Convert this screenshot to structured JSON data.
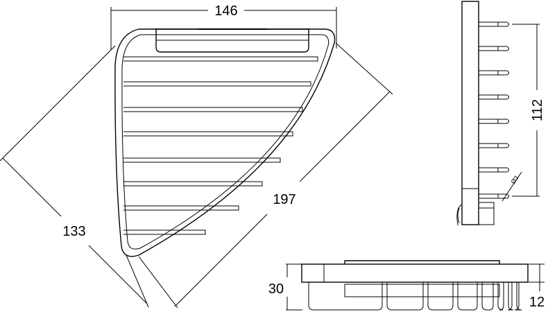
{
  "dimensions": {
    "top_width": "146",
    "left_side": "133",
    "diagonal": "197",
    "prong_span": "112",
    "prong_diameter": "Ø3",
    "total_height": "30",
    "plate_height": "12"
  },
  "front_view_slat_count": 8,
  "side_view_prong_count": 8
}
